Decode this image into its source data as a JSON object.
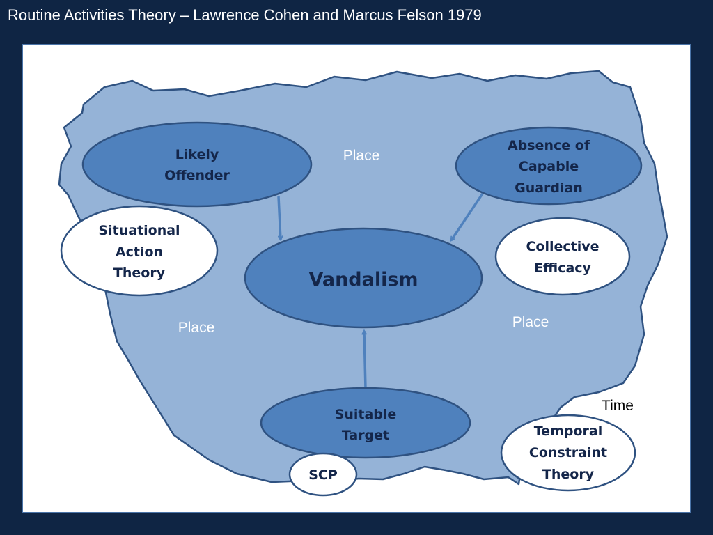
{
  "title": "Routine Activities Theory – Lawrence Cohen and Marcus Felson 1979",
  "nodes": {
    "likely_offender": [
      "Likely",
      "Offender"
    ],
    "absence_guardian": [
      "Absence of",
      "Capable",
      "Guardian"
    ],
    "vandalism": [
      "Vandalism"
    ],
    "suitable_target": [
      "Suitable",
      "Target"
    ],
    "situational_action": [
      "Situational",
      "Action",
      "Theory"
    ],
    "collective_efficacy": [
      "Collective",
      "Efficacy"
    ],
    "temporal_constraint": [
      "Temporal",
      "Constraint",
      "Theory"
    ],
    "scp": [
      "SCP"
    ]
  },
  "labels": {
    "place_top": "Place",
    "place_left": "Place",
    "place_right": "Place",
    "time": "Time"
  },
  "colors": {
    "background": "#0f2544",
    "region_fill": "#95b3d7",
    "node_fill": "#4f81bd",
    "node_stroke": "#2f5281",
    "white_node_fill": "#ffffff",
    "arrow": "#4f81bd"
  }
}
